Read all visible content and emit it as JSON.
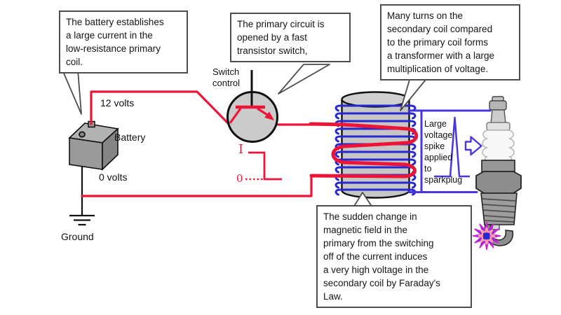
{
  "callouts": {
    "battery_note": [
      "The battery establishes",
      "a large current in the",
      "low-resistance primary",
      "coil."
    ],
    "switch_note": [
      "The primary circuit is",
      "opened by a fast",
      "transistor switch,"
    ],
    "secondary_note": [
      "Many turns on the",
      "secondary coil compared",
      "to the primary coil forms",
      "a transformer with a large",
      "multiplication of voltage."
    ],
    "faraday_note": [
      "The sudden change in",
      "magnetic field in the",
      "primary from the switching",
      "off of the current induces",
      "a very high voltage in the",
      "secondary coil by Faraday's",
      "Law."
    ]
  },
  "labels": {
    "supply_voltage": "12 volts",
    "battery": "Battery",
    "zero_volts": "0 volts",
    "ground": "Ground",
    "switch_control": [
      "Switch",
      "control"
    ],
    "current_on": "I",
    "current_off": "0",
    "spike_note": [
      "Large",
      "voltage",
      "spike",
      "applied",
      "to",
      "sparkplug"
    ]
  },
  "colors": {
    "primary_circuit_red": "#ee1437",
    "secondary_circuit_blue": "#4836e0",
    "winding_blue": "#2626d2",
    "callout_border_gray": "#4d4d4d",
    "spark_purple": "#7d25d8",
    "spark_red": "#ee2020"
  }
}
